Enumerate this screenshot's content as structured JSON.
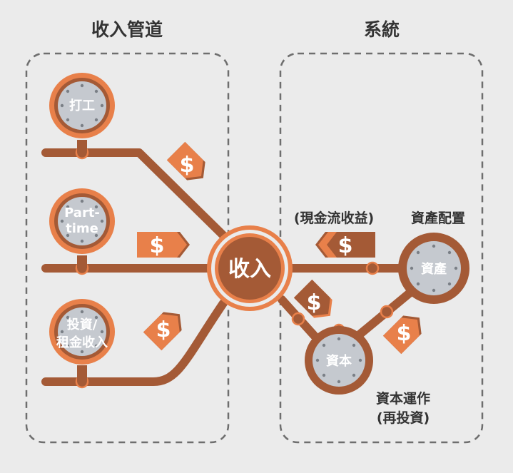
{
  "left_group": {
    "title": "收入管道"
  },
  "right_group": {
    "title": "系統"
  },
  "sources": [
    {
      "lines": [
        "打工"
      ]
    },
    {
      "lines": [
        "Part-",
        "time"
      ]
    },
    {
      "lines": [
        "投資/",
        "租金收入"
      ]
    }
  ],
  "center": {
    "label": "收入"
  },
  "system_nodes": {
    "assets": {
      "label": "資產"
    },
    "capital": {
      "label": "資本"
    }
  },
  "captions": {
    "cashflow": "(現金流收益)",
    "allocation": "資產配置",
    "operation": [
      "資本運作",
      "(再投資)"
    ]
  },
  "tag_symbol": "$",
  "colors": {
    "pipe": "#a45a36",
    "accent": "#e8804a",
    "tag_dark": "#a45a36",
    "tag_light": "#e8804a",
    "node_fill": "#c5c9cf",
    "dash": "#6e6e6e",
    "title": "#333333"
  }
}
